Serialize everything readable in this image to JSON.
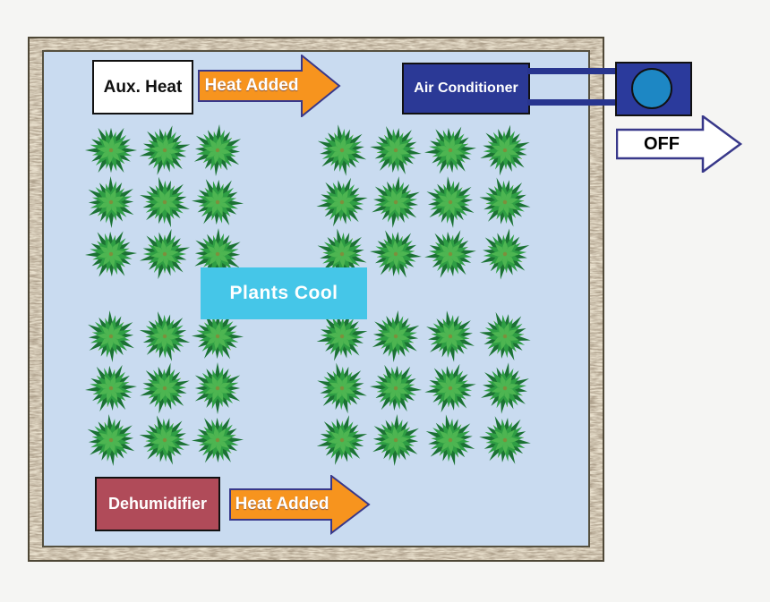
{
  "room": {
    "wall_color": "#d9cdb6",
    "floor_color": "#c9dbf0",
    "page_background": "#f5f5f3"
  },
  "components": {
    "aux_heat": {
      "label": "Aux. Heat",
      "bg": "#ffffff"
    },
    "heat_added_top": {
      "label": "Heat Added",
      "bg": "#f7941e"
    },
    "air_conditioner": {
      "label": "Air Conditioner",
      "bg": "#2b3996"
    },
    "outdoor_unit": {
      "bg": "#2b3a9c",
      "fan_color": "#1d87c4"
    },
    "ac_status_arrow": {
      "label": "OFF",
      "bg": "#ffffff"
    },
    "plants_cool": {
      "label": "Plants Cool",
      "bg": "#45c6e8"
    },
    "dehumidifier": {
      "label": "Dehumidifier",
      "bg": "#b04b59"
    },
    "heat_added_bottom": {
      "label": "Heat Added",
      "bg": "#f7941e"
    }
  },
  "arrows": {
    "outline_color": "#38388a",
    "heat_color": "#f7941e",
    "off_color": "#ffffff"
  },
  "plants": {
    "total": 42,
    "size": 62,
    "rows_y": [
      168,
      226,
      284,
      376,
      434,
      492
    ],
    "left_group_x": [
      124,
      184,
      243
    ],
    "right_group_x": [
      382,
      442,
      503,
      564
    ],
    "leaf_colors": [
      "#1b7233",
      "#2f9e44",
      "#4db551"
    ],
    "vein_color": "#b7ce4e"
  }
}
